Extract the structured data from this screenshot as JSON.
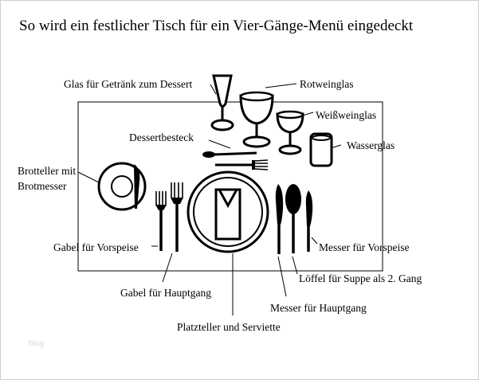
{
  "title": "So wird ein festlicher Tisch für ein Vier-Gänge-Menü eingedeckt",
  "labels": {
    "dessert_glass": "Glas für Getränk zum Dessert",
    "red_wine_glass": "Rotweinglas",
    "white_wine_glass": "Weißweinglas",
    "water_glass": "Wasserglas",
    "dessert_cutlery": "Dessertbesteck",
    "bread_plate_line1": "Brotteller mit",
    "bread_plate_line2": "Brotmesser",
    "starter_fork": "Gabel für Vorspeise",
    "main_fork": "Gabel für Hauptgang",
    "charger_napkin": "Platzteller und Serviette",
    "main_knife": "Messer für Hauptgang",
    "soup_spoon": "Löffel für Suppe als 2. Gang",
    "starter_knife": "Messer für Vorspeise"
  },
  "watermark": "blog"
}
